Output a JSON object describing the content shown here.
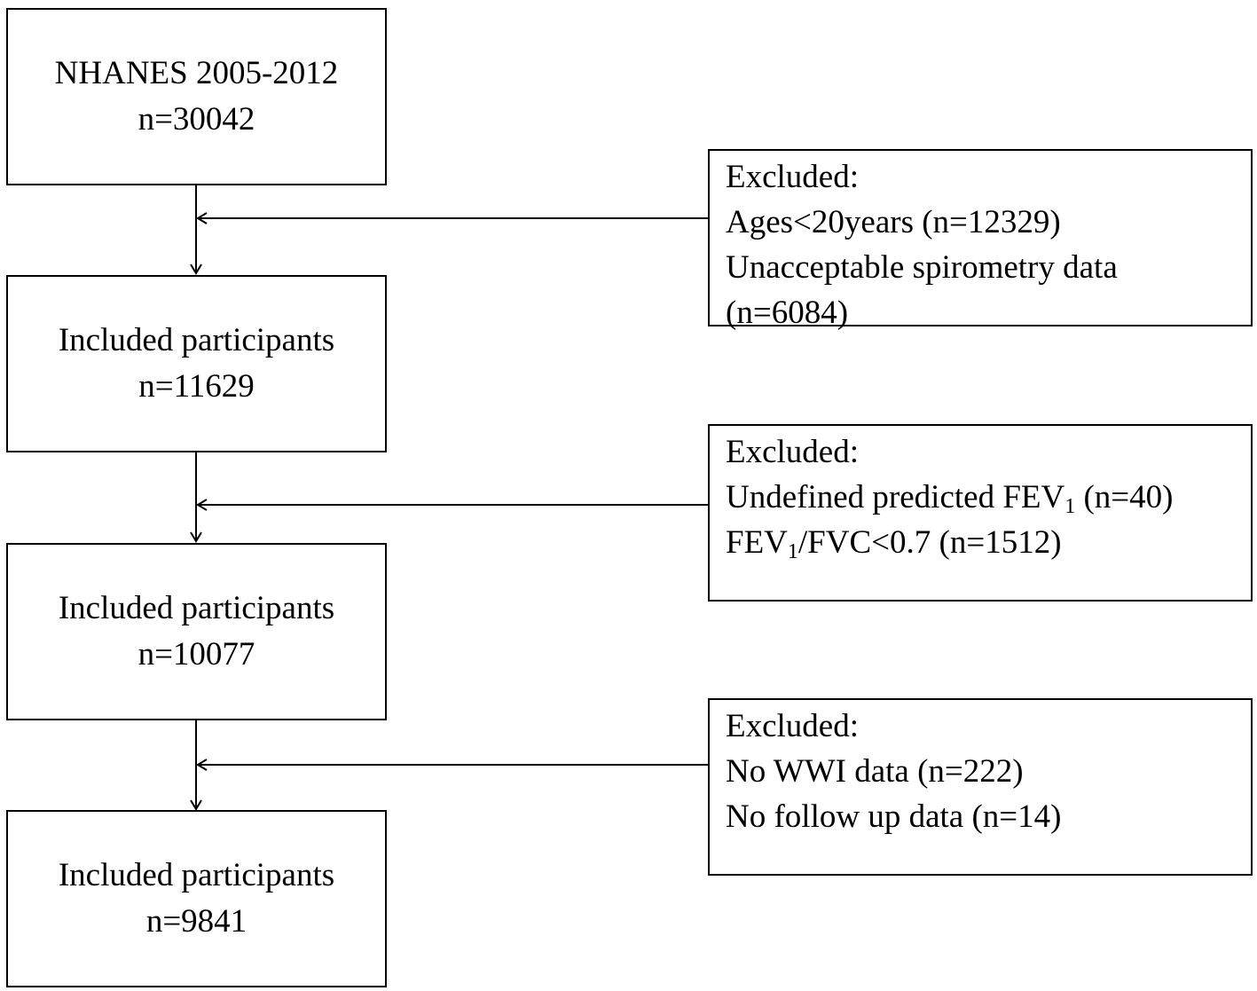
{
  "main_boxes": [
    {
      "title": "NHANES 2005-2012",
      "count": "n=30042"
    },
    {
      "title": "Included participants",
      "count": "n=11629"
    },
    {
      "title": "Included participants",
      "count": "n=10077"
    },
    {
      "title": "Included participants",
      "count": "n=9841"
    }
  ],
  "exclusions": [
    {
      "heading": "Excluded:",
      "line1": "Ages<20years (n=12329)",
      "line2": "Unacceptable spirometry data",
      "line3": "(n=6084)"
    },
    {
      "heading": "Excluded:",
      "line1_pre": "Undefined predicted FEV",
      "line1_sub": "1",
      "line1_post": " (n=40)",
      "line2_pre": "FEV",
      "line2_sub": "1",
      "line2_post": "/FVC<0.7 (n=1512)"
    },
    {
      "heading": "Excluded:",
      "line1": "No WWI data (n=222)",
      "line2": "No follow up data (n=14)"
    }
  ]
}
